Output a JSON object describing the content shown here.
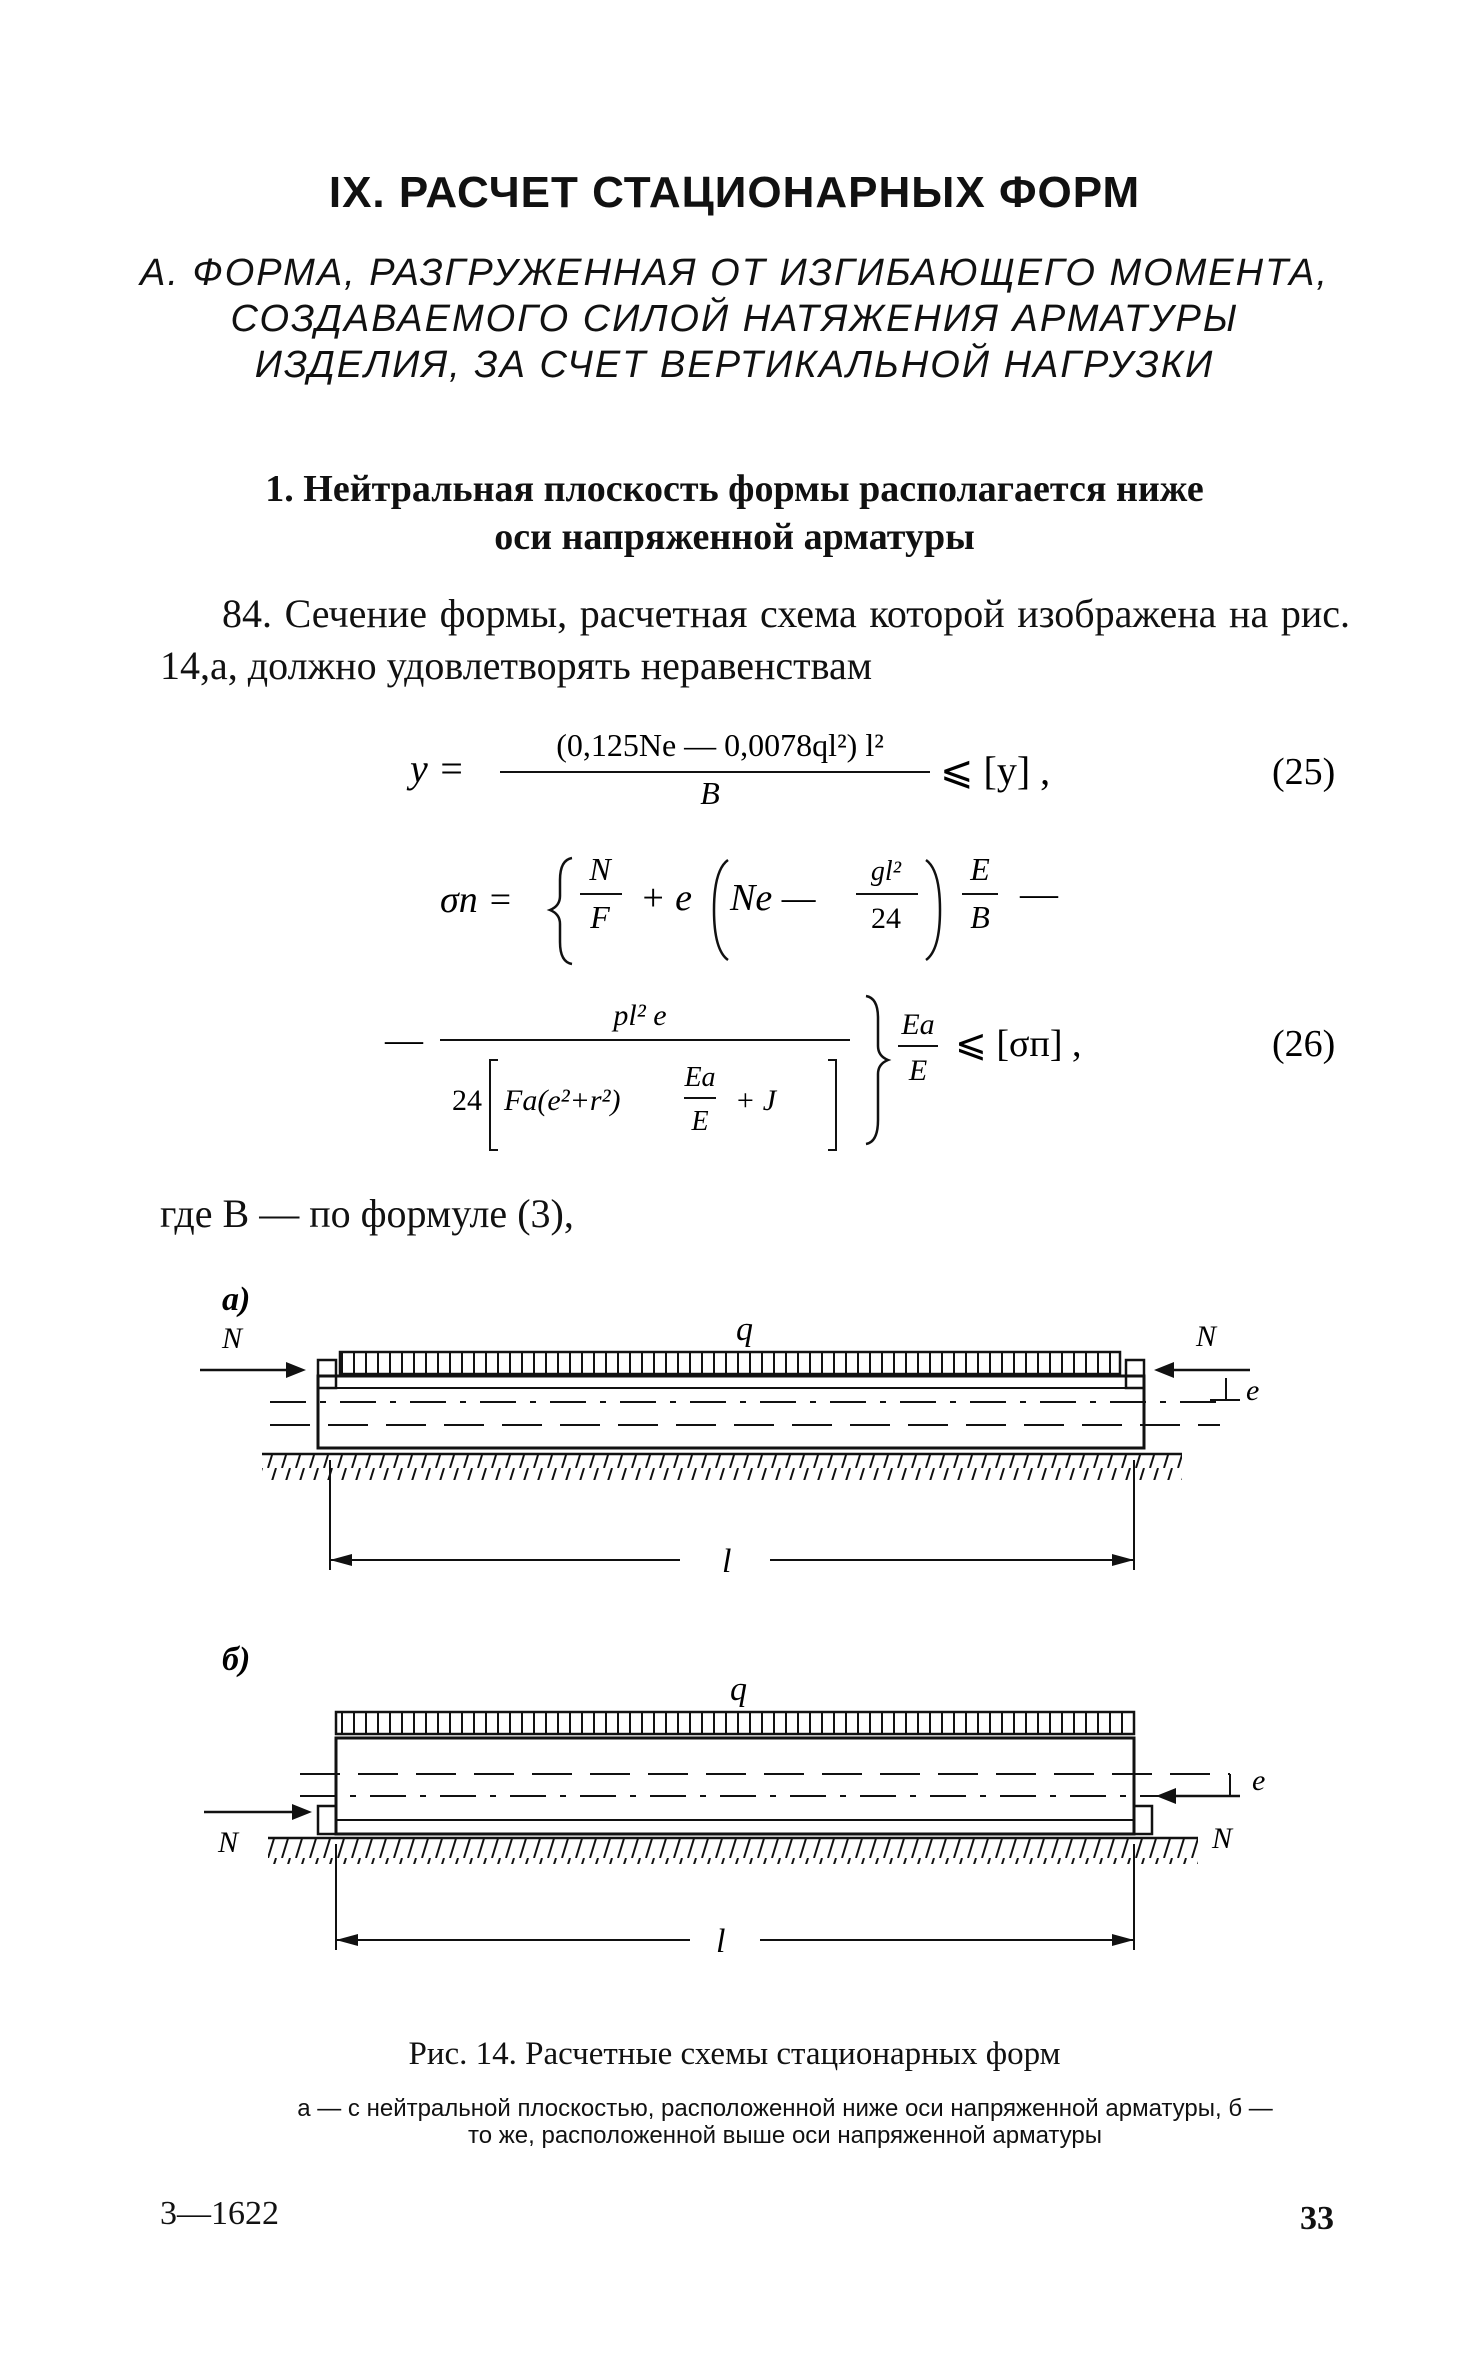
{
  "chapter_title": "IX. РАСЧЕТ СТАЦИОНАРНЫХ ФОРМ",
  "subtitle_lines": [
    "А. ФОРМА, РАЗГРУЖЕННАЯ ОТ ИЗГИБАЮЩЕГО МОМЕНТА,",
    "СОЗДАВАЕМОГО СИЛОЙ НАТЯЖЕНИЯ АРМАТУРЫ",
    "ИЗДЕЛИЯ, ЗА СЧЕТ ВЕРТИКАЛЬНОЙ НАГРУЗКИ"
  ],
  "section_lines": [
    "1. Нейтральная плоскость формы располагается ниже",
    "оси напряженной арматуры"
  ],
  "paragraph": "84. Сечение формы, расчетная схема которой изображена на рис. 14,а, должно удовлетворять неравенствам",
  "equations": {
    "eq25": {
      "lhs": "y =",
      "numerator": "(0,125Ne — 0,0078ql²) l²",
      "denominator": "B",
      "rhs": "⩽ [y] ,",
      "number": "(25)"
    },
    "eq26": {
      "lhs": "σп =",
      "frac1_num": "N",
      "frac1_den": "F",
      "plus_e": "+ e",
      "inner_ne": "Ne —",
      "frac2_num": "gl²",
      "frac2_den": "24",
      "frac3_num": "E",
      "frac3_den": "B",
      "trail_minus": "—",
      "lead_minus": "—",
      "frac4_num": "pl² e",
      "den_24": "24",
      "den_fa": "Fа(e²+r²)",
      "den_ea_num": "Eа",
      "den_ea_den": "E",
      "den_plus_j": "+ J",
      "frac5_num": "Eа",
      "frac5_den": "E",
      "rhs": "⩽ [σп] ,",
      "number": "(26)"
    }
  },
  "where_text": "где B — по формуле (3),",
  "figure": {
    "panel_a": {
      "label": "а)",
      "load": "q",
      "force_left": "N",
      "force_right": "N",
      "eccentricity": "e",
      "length": "l"
    },
    "panel_b": {
      "label": "б)",
      "load": "q",
      "force_left": "N",
      "force_right": "N",
      "eccentricity": "e",
      "length": "l"
    }
  },
  "caption": "Рис. 14. Расчетные схемы стационарных форм",
  "legend": "а — с нейтральной плоскостью, расположенной ниже оси напряженной арматуры, б — то же, расположенной выше оси напряженной арматуры",
  "footer": {
    "left": "3—1622",
    "page_number": "33"
  }
}
